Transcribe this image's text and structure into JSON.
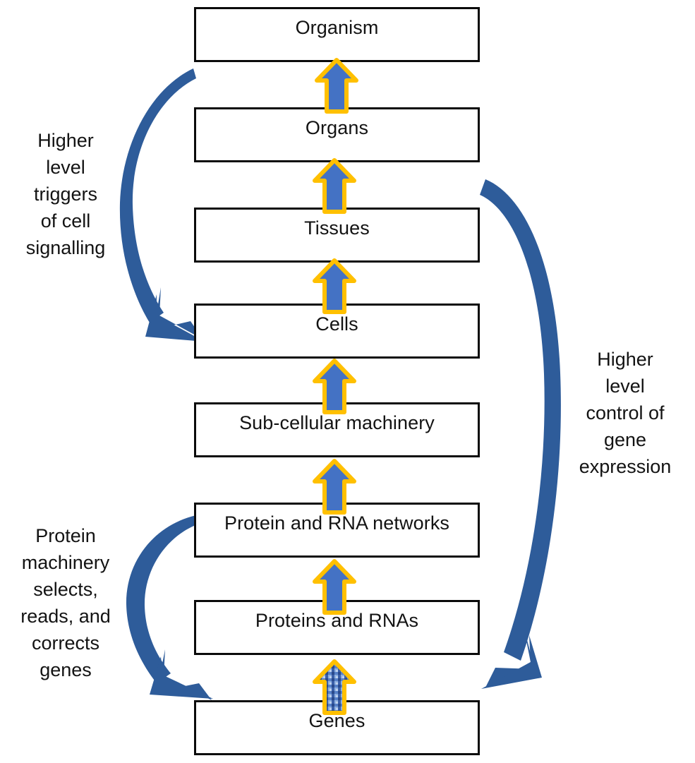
{
  "diagram": {
    "title": "Biological organisation hierarchy with feedback",
    "colors": {
      "box_border": "#0b0b0b",
      "box_fill": "#ffffff",
      "arrow_fill": "#4472C4",
      "arrow_outline": "#FFC000",
      "swoosh_fill": "#2E5C9A",
      "text": "#131313",
      "textured_arrow_base": "#7BA2DC"
    },
    "levels": [
      {
        "id": "organism",
        "label": "Organism"
      },
      {
        "id": "organs",
        "label": "Organs"
      },
      {
        "id": "tissues",
        "label": "Tissues"
      },
      {
        "id": "cells",
        "label": "Cells"
      },
      {
        "id": "sub-cellular",
        "label": "Sub-cellular machinery"
      },
      {
        "id": "protein-rna-networks",
        "label": "Protein and RNA networks"
      },
      {
        "id": "proteins-rnas",
        "label": "Proteins and RNAs"
      },
      {
        "id": "genes",
        "label": "Genes"
      }
    ],
    "up_arrows": [
      {
        "id": "genes-to-proteins",
        "from": "Genes",
        "to": "Proteins and RNAs",
        "style": "textured"
      },
      {
        "id": "proteins-to-networks",
        "from": "Proteins and RNAs",
        "to": "Protein and RNA networks",
        "style": "solid"
      },
      {
        "id": "networks-to-subcellular",
        "from": "Protein and RNA networks",
        "to": "Sub-cellular machinery",
        "style": "solid"
      },
      {
        "id": "subcellular-to-cells",
        "from": "Sub-cellular machinery",
        "to": "Cells",
        "style": "solid"
      },
      {
        "id": "cells-to-tissues",
        "from": "Cells",
        "to": "Tissues",
        "style": "solid"
      },
      {
        "id": "tissues-to-organs",
        "from": "Tissues",
        "to": "Organs",
        "style": "solid"
      },
      {
        "id": "organs-to-organism",
        "from": "Organs",
        "to": "Organism",
        "style": "solid"
      }
    ],
    "feedback_arrows": [
      {
        "id": "cell-signalling",
        "caption": "Higher\nlevel\ntriggers\nof cell\nsignalling",
        "caption_text": "Higher level triggers of cell signalling",
        "side": "left",
        "from": "Organs",
        "to": "Cells"
      },
      {
        "id": "protein-machinery",
        "caption": "Protein\nmachinery\nselects,\nreads, and\ncorrects\ngenes",
        "caption_text": "Protein machinery selects, reads, and corrects genes",
        "side": "left",
        "from": "Protein and RNA networks",
        "to": "Genes"
      },
      {
        "id": "gene-expression-control",
        "caption": "Higher\nlevel\ncontrol of\ngene\nexpression",
        "caption_text": "Higher level control of gene expression",
        "side": "right",
        "from": "Tissues",
        "to": "Genes"
      }
    ],
    "captions": {
      "left_top": {
        "lines": [
          "Higher",
          "level",
          "triggers",
          "of cell",
          "signalling"
        ]
      },
      "left_bottom": {
        "lines": [
          "Protein",
          "machinery",
          "selects,",
          "reads, and",
          "corrects",
          "genes"
        ]
      },
      "right": {
        "lines": [
          "Higher",
          "level",
          "control of",
          "gene",
          "expression"
        ]
      }
    }
  }
}
